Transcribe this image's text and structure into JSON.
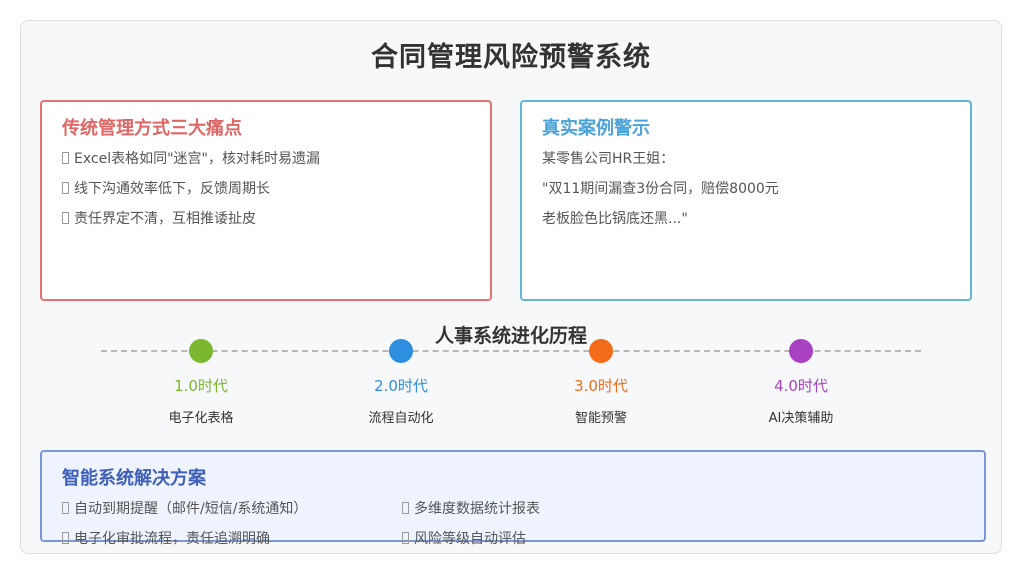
{
  "title": "合同管理风险预警系统",
  "pain_card": {
    "heading": "传统管理方式三大痛点",
    "items": [
      "Excel表格如同\"迷宫\"，核对耗时易遗漏",
      "线下沟通效率低下，反馈周期长",
      "责任界定不清，互相推诿扯皮"
    ]
  },
  "case_card": {
    "heading": "真实案例警示",
    "lines": [
      "某零售公司HR王姐：",
      "\"双11期间漏查3份合同，赔偿8000元",
      "老板脸色比锅底还黑...\""
    ]
  },
  "timeline": {
    "title": "人事系统进化历程",
    "stages": [
      {
        "version": "1.0时代",
        "desc": "电子化表格",
        "color": "#7cb82f"
      },
      {
        "version": "2.0时代",
        "desc": "流程自动化",
        "color": "#2e8ee0"
      },
      {
        "version": "3.0时代",
        "desc": "智能预警",
        "color": "#f26c1a"
      },
      {
        "version": "4.0时代",
        "desc": "AI决策辅助",
        "color": "#a842c2"
      }
    ]
  },
  "solution_card": {
    "heading": "智能系统解决方案",
    "items": [
      "自动到期提醒（邮件/短信/系统通知）",
      "多维度数据统计报表",
      "电子化审批流程，责任追溯明确",
      "风险等级自动评估"
    ]
  }
}
